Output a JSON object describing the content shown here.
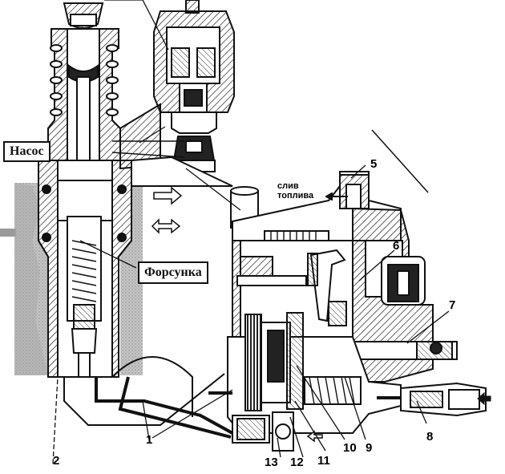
{
  "labels": {
    "pump": "Насос",
    "injector": "Форсунка",
    "drain_line1": "слив",
    "drain_line2": "топлива"
  },
  "callouts": [
    "1",
    "2",
    "5",
    "6",
    "7",
    "8",
    "9",
    "10",
    "11",
    "12",
    "13"
  ],
  "colors": {
    "ink": "#111111",
    "ground": "#bdbdbd",
    "ground_dark": "#9a9a9a",
    "metal_light": "#e6e6e6",
    "paper": "#ffffff"
  },
  "icons": {
    "flow_arrow_right": "arrow-right-icon",
    "flow_arrow_both": "arrow-left-right-icon",
    "flow_arrow_left": "arrow-left-icon"
  }
}
